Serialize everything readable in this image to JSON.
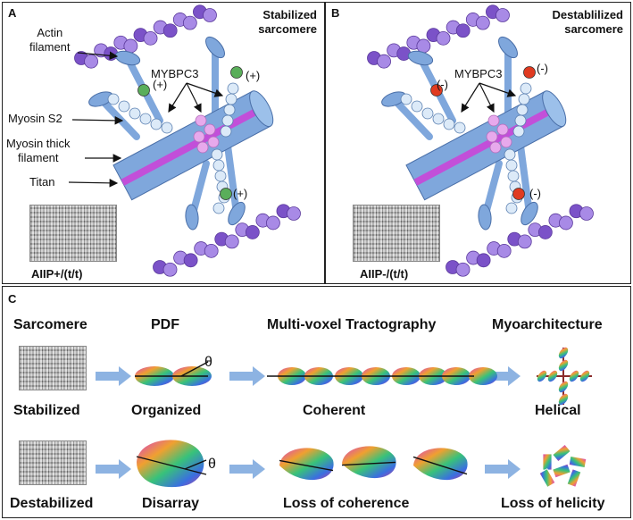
{
  "panel_a": {
    "letter": "A",
    "title_line1": "Stabilized",
    "title_line2": "sarcomere",
    "labels": {
      "actin_line1": "Actin",
      "actin_line2": "filament",
      "mybpc3": "MYBPC3",
      "myosin_s2": "Myosin S2",
      "myosin_thick_line1": "Myosin thick",
      "myosin_thick_line2": "filament",
      "titan": "Titan"
    },
    "charge": "(+)",
    "image_caption": "AIIP+/(t/t)"
  },
  "panel_b": {
    "letter": "B",
    "title_line1": "Destablilized",
    "title_line2": "sarcomere",
    "mybpc3": "MYBPC3",
    "charge": "(-)",
    "image_caption": "AIIP-/(t/t)"
  },
  "panel_c": {
    "letter": "C",
    "headers": {
      "sarcomere": "Sarcomere",
      "pdf": "PDF",
      "tractography": "Multi-voxel Tractography",
      "myoarchitecture": "Myoarchitecture"
    },
    "row1": {
      "sarcomere": "Stabilized",
      "pdf": "Organized",
      "tractography": "Coherent",
      "myoarchitecture": "Helical"
    },
    "row2": {
      "sarcomere": "Destabilized",
      "pdf": "Disarray",
      "tractography": "Loss of coherence",
      "myoarchitecture": "Loss of helicity"
    },
    "theta": "θ"
  },
  "colors": {
    "actin": "#7b52c8",
    "actin_light": "#a88ae6",
    "filament": "#7fa7dc",
    "titin": "#c24fd9",
    "mybpc_bead": "#dceaf8",
    "positive": "#5aae5a",
    "negative": "#e03a20",
    "arrow": "#8db3e2"
  }
}
